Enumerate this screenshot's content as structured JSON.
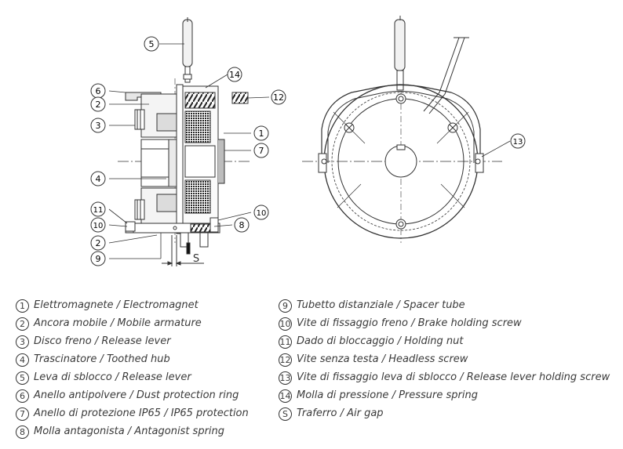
{
  "callouts": {
    "c1": "1",
    "c2a": "2",
    "c2b": "2",
    "c3": "3",
    "c4": "4",
    "c5": "5",
    "c6": "6",
    "c7": "7",
    "c8": "8",
    "c9": "9",
    "c10a": "10",
    "c10b": "10",
    "c11": "11",
    "c12": "12",
    "c13": "13",
    "c14": "14"
  },
  "gap_label": "S",
  "legend_left": [
    {
      "num": "1",
      "text": "Elettromagnete / Electromagnet"
    },
    {
      "num": "2",
      "text": "Ancora mobile / Mobile armature"
    },
    {
      "num": "3",
      "text": "Disco freno / Release lever"
    },
    {
      "num": "4",
      "text": "Trascinatore / Toothed hub"
    },
    {
      "num": "5",
      "text": "Leva di sblocco / Release lever"
    },
    {
      "num": "6",
      "text": "Anello antipolvere / Dust protection ring"
    },
    {
      "num": "7",
      "text": "Anello di protezione IP65 / IP65 protection"
    },
    {
      "num": "8",
      "text": "Molla antagonista / Antagonist spring"
    }
  ],
  "legend_right": [
    {
      "num": "9",
      "text": "Tubetto distanziale / Spacer tube"
    },
    {
      "num": "10",
      "text": "Vite di fissaggio freno / Brake holding screw"
    },
    {
      "num": "11",
      "text": "Dado di bloccaggio / Holding nut"
    },
    {
      "num": "12",
      "text": "Vite senza testa / Headless screw"
    },
    {
      "num": "13",
      "text": "Vite di fissaggio leva di sblocco / Release lever holding screw"
    },
    {
      "num": "14",
      "text": "Molla di pressione / Pressure spring"
    },
    {
      "num": "S",
      "text": "Traferro / Air gap"
    }
  ]
}
